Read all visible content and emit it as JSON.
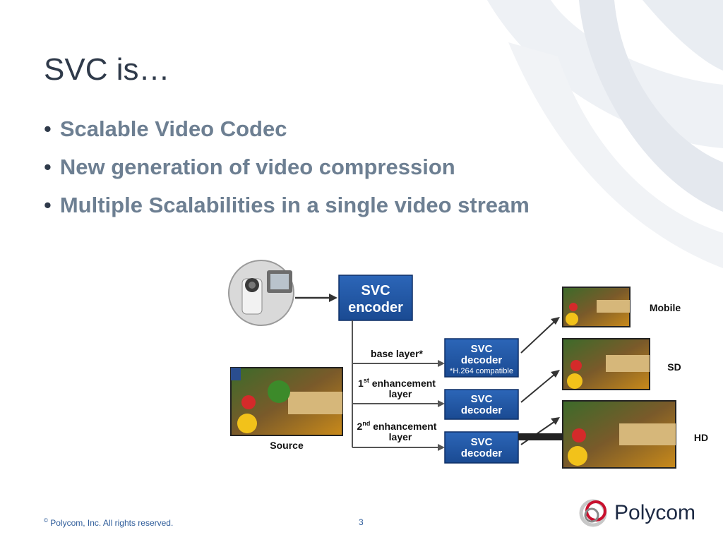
{
  "slide": {
    "title": "SVC is…",
    "bullets": [
      "Scalable Video Codec",
      "New generation of video compression",
      "Multiple Scalabilities in a single video stream"
    ]
  },
  "diagram": {
    "encoder": {
      "line1": "SVC",
      "line2": "encoder"
    },
    "layers": [
      {
        "label": "base layer*"
      },
      {
        "label_num": "1",
        "label_sup": "st",
        "label_rest": " enhancement",
        "label_line2": "layer"
      },
      {
        "label_num": "2",
        "label_sup": "nd",
        "label_rest": " enhancement",
        "label_line2": "layer"
      }
    ],
    "decoders": [
      {
        "line1": "SVC",
        "line2": "decoder",
        "note": "*H.264 compatible"
      },
      {
        "line1": "SVC",
        "line2": "decoder"
      },
      {
        "line1": "SVC",
        "line2": "decoder"
      }
    ],
    "source_label": "Source",
    "outputs": [
      "Mobile",
      "SD",
      "HD"
    ]
  },
  "footer": {
    "copyright_symbol": "©",
    "copyright_text": " Polycom, Inc. All rights reserved.",
    "page_number": "3",
    "logo_text": "Polycom"
  },
  "colors": {
    "title": "#2f3a4a",
    "bullet_text": "#6d7f92",
    "box_blue": "#1f56a5",
    "footer_blue": "#2e5c9a",
    "logo_red": "#c8102e"
  }
}
